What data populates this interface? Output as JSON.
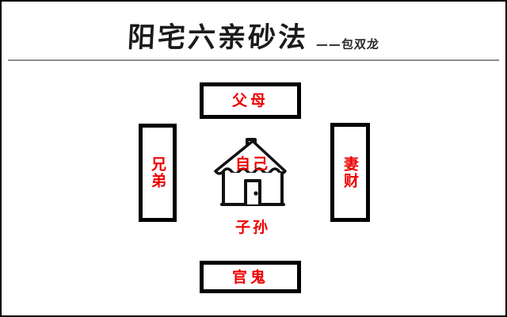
{
  "page": {
    "title_main": "阳宅六亲砂法",
    "byline": "——包双龙",
    "background_color": "#ffffff",
    "border_color": "#000000",
    "rule_color": "#8c8c8c",
    "accent_color": "#ee0000"
  },
  "diagram": {
    "type": "feng-shui-six-relations-sand-method",
    "center": {
      "house_label": "自己",
      "house_icon": "house-icon",
      "below_label": "子孙"
    },
    "boxes": [
      {
        "id": "parents",
        "label": "父母",
        "position": "top",
        "orientation": "horizontal"
      },
      {
        "id": "siblings",
        "label": "兄弟",
        "position": "left",
        "orientation": "vertical"
      },
      {
        "id": "wife",
        "label": "妻财",
        "position": "right",
        "orientation": "vertical"
      },
      {
        "id": "officer",
        "label": "官鬼",
        "position": "bottom",
        "orientation": "horizontal"
      }
    ]
  }
}
